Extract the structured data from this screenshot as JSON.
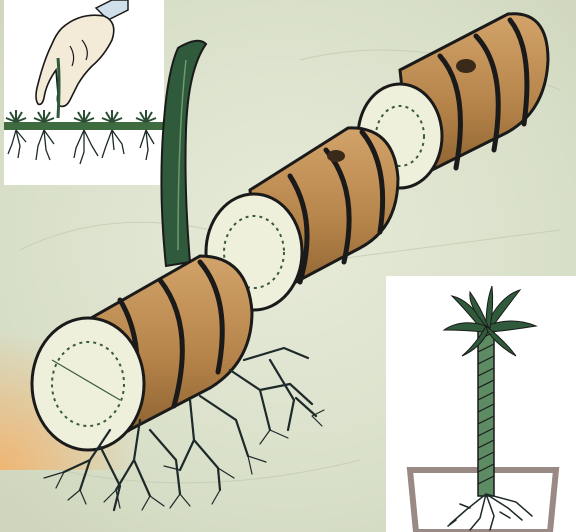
{
  "illustration": {
    "panels": [
      "hand-planting-panel",
      "trunk-segments-panel",
      "potted-palm-panel"
    ],
    "colors": {
      "background": "#dfe4cf",
      "wood": "#b98a4e",
      "wood_dark": "#7a5226",
      "cut_face": "#eef0dc",
      "outline": "#1a1a1a",
      "green_shoot": "#2f5a3c",
      "roots": "#1e2a2a",
      "pot": "#9a8a86"
    }
  }
}
